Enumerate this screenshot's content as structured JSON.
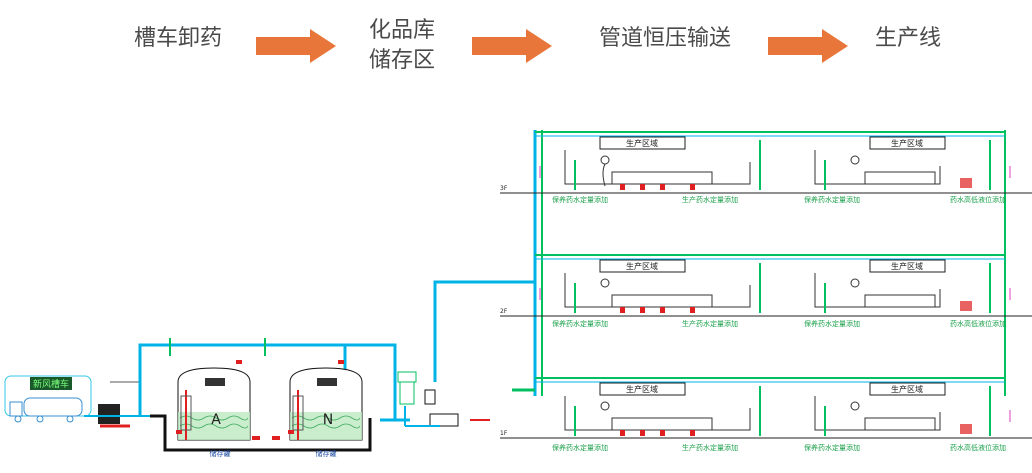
{
  "flow": {
    "steps": [
      {
        "label": "槽车卸药"
      },
      {
        "label_line1": "化品库",
        "label_line2": "储存区"
      },
      {
        "label": "管道恒压输送"
      },
      {
        "label": "生产线"
      }
    ],
    "arrow_color": "#e8763a"
  },
  "diagram": {
    "zone_label": "生产区域",
    "floors": [
      "3F",
      "2F",
      "1F"
    ],
    "left_caption": "保养药水定量添加",
    "mid_caption": "生产药水定量添加",
    "right_caption": "药水高低液位添加",
    "left_caption_right_unit": "保养药水定量添加",
    "tank_a": "A",
    "tank_n": "N",
    "truck_sign": "新风槽车",
    "tank_a_caption": "储存罐",
    "tank_n_caption": "储存罐",
    "pipe_color": "#00b3e6",
    "green_color": "#00c060",
    "red_color": "#e02020"
  }
}
